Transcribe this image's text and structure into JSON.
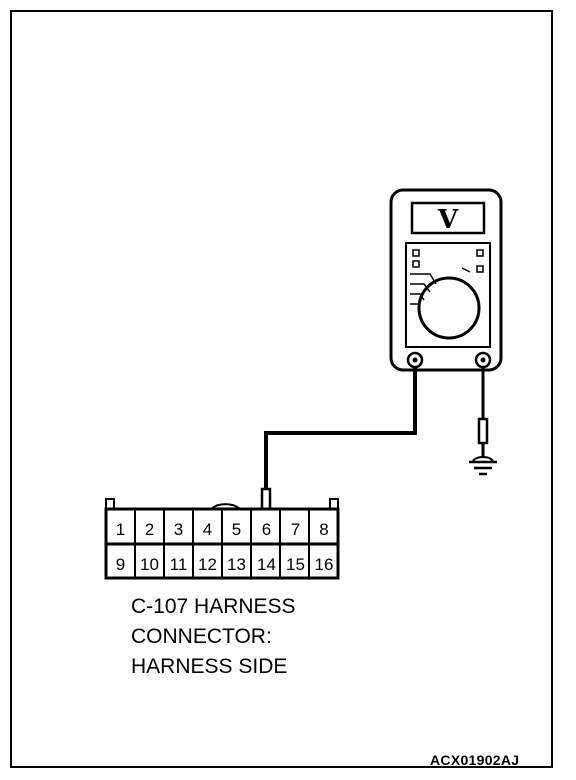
{
  "meter": {
    "mode_symbol": "V",
    "icon": "voltmeter-icon"
  },
  "ground_icon": "ground-symbol-icon",
  "connector": {
    "top_row": [
      "1",
      "2",
      "3",
      "4",
      "5",
      "6",
      "7",
      "8"
    ],
    "bottom_row": [
      "9",
      "10",
      "11",
      "12",
      "13",
      "14",
      "15",
      "16"
    ],
    "probed_pin": "6",
    "label_lines": [
      "C-107 HARNESS",
      "CONNECTOR:",
      "HARNESS SIDE"
    ]
  },
  "figure_code": "ACX01902AJ"
}
